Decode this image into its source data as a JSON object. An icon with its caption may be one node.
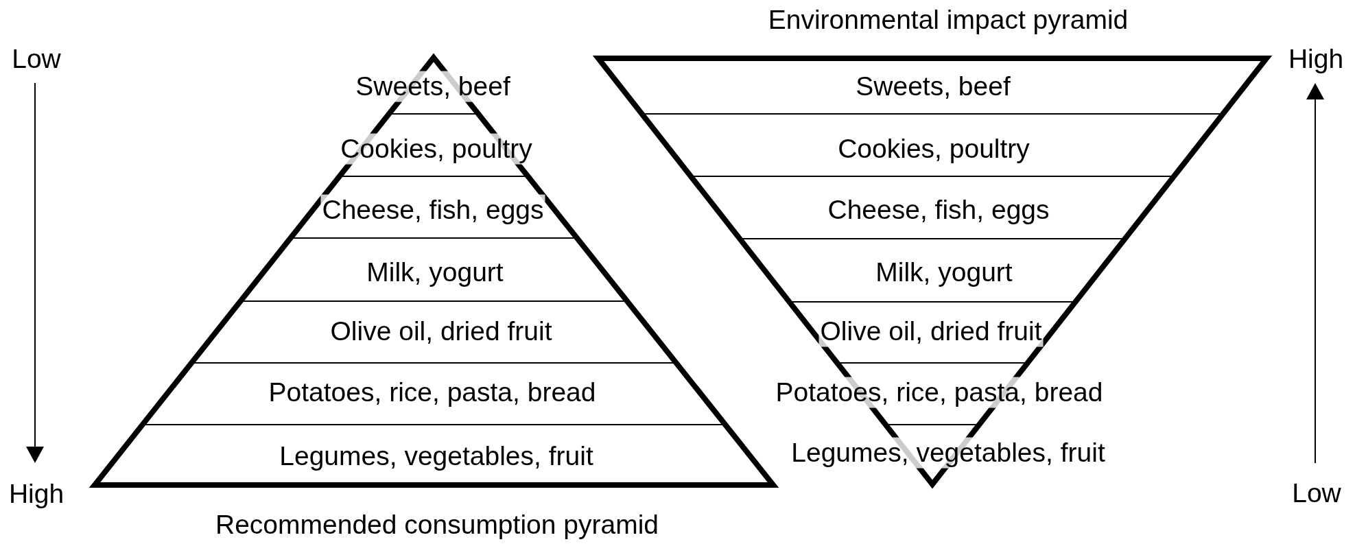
{
  "diagram": {
    "nodes": [
      {
        "text": [
          "Recommended consumption pyramid"
        ]
      },
      {
        "text": [
          "Sweets, beef"
        ],
        "in": 0
      },
      {
        "text": [
          "Cookies, poultry"
        ],
        "in": 0
      },
      {
        "text": [
          "Cheese, fish, eggs"
        ],
        "in": 0
      },
      {
        "text": [
          "Milk, yogurt"
        ],
        "in": 0
      },
      {
        "text": [
          "Olive oil, dried fruit"
        ],
        "in": 0
      },
      {
        "text": [
          "Potatoes, rice, pasta, bread"
        ],
        "in": 0
      },
      {
        "text": [
          "Legumes, vegetables, fruit"
        ],
        "in": 0
      },
      {
        "text": [
          "Environmental impact pyramid"
        ]
      },
      {
        "text": [
          "Sweets, beef"
        ],
        "in": 8
      },
      {
        "text": [
          "Cookies, poultry"
        ],
        "in": 8
      },
      {
        "text": [
          "Cheese, fish, eggs"
        ],
        "in": 8
      },
      {
        "text": [
          "Milk, yogurt"
        ],
        "in": 8
      },
      {
        "text": [
          "Olive oil, dried fruit"
        ],
        "in": 8
      },
      {
        "text": [
          "Potatoes, rice, pasta, bread"
        ],
        "in": 8
      },
      {
        "text": [
          "Legumes, vegetables, fruit"
        ],
        "in": 8
      }
    ],
    "labels": [
      "Low",
      "High",
      "High",
      "Low"
    ]
  }
}
